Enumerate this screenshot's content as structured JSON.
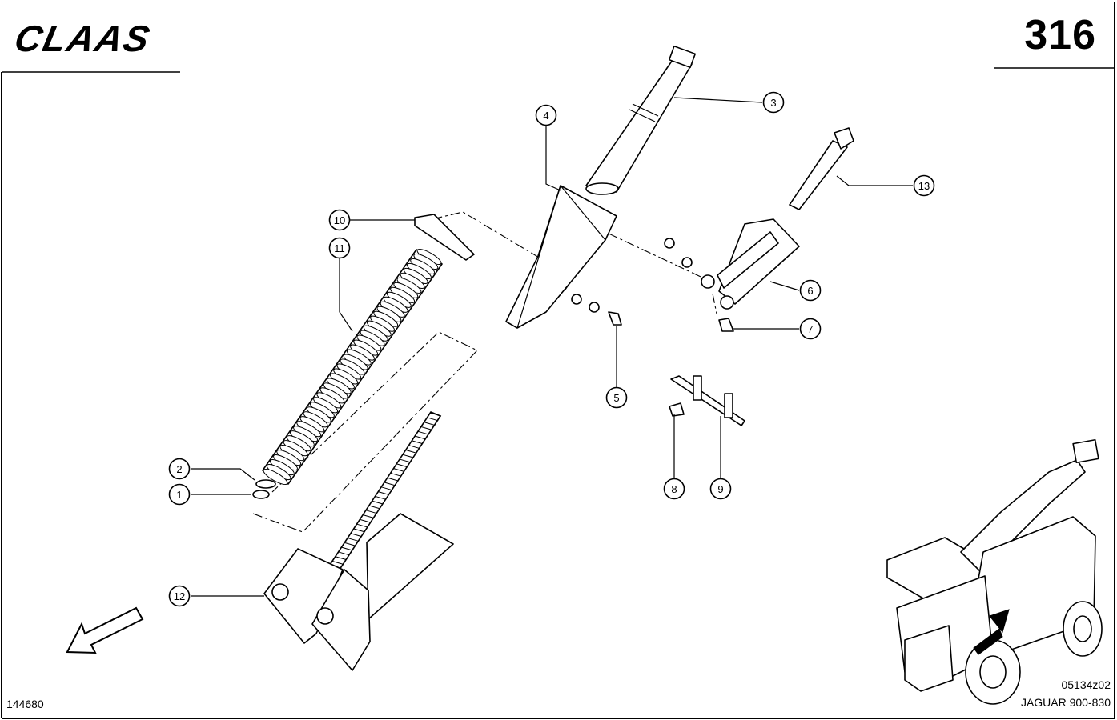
{
  "header": {
    "brand": "CLAAS",
    "page_number": "316"
  },
  "footer": {
    "drawing_number": "144680",
    "reference_code": "05134z02",
    "model": "JAGUAR 900-830"
  },
  "callouts": [
    {
      "label": "1"
    },
    {
      "label": "2"
    },
    {
      "label": "3"
    },
    {
      "label": "4"
    },
    {
      "label": "5"
    },
    {
      "label": "6"
    },
    {
      "label": "7"
    },
    {
      "label": "8"
    },
    {
      "label": "9"
    },
    {
      "label": "10"
    },
    {
      "label": "11"
    },
    {
      "label": "12"
    },
    {
      "label": "13"
    }
  ],
  "icons": {
    "direction_arrow": "arrow-down-left-icon",
    "vehicle_thumbnail": "forage-harvester-icon"
  }
}
